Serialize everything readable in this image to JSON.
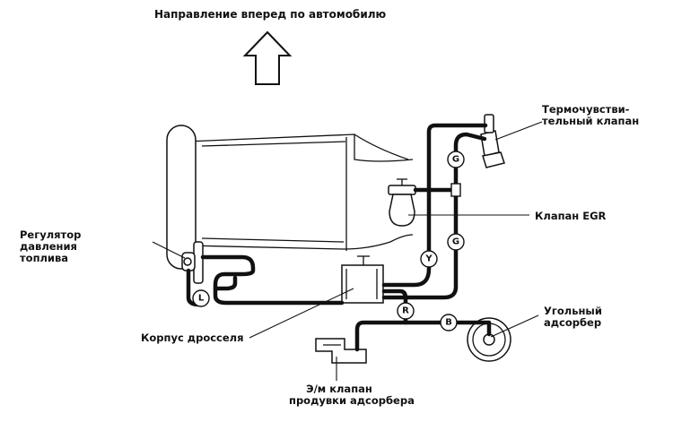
{
  "title": "Направление вперед по автомобилю",
  "labels": {
    "thermo_valve": [
      "Термочувстви-",
      "тельный клапан"
    ],
    "egr_valve": "Клапан EGR",
    "fuel_regulator": [
      "Регулятор",
      "давления",
      "топлива"
    ],
    "throttle_body": "Корпус дросселя",
    "canister": [
      "Угольный",
      "адсорбер"
    ],
    "purge_valve": [
      "Э/м клапан",
      "продувки адсорбера"
    ]
  },
  "hose_marks": [
    "G",
    "G",
    "Y",
    "L",
    "R",
    "B"
  ]
}
